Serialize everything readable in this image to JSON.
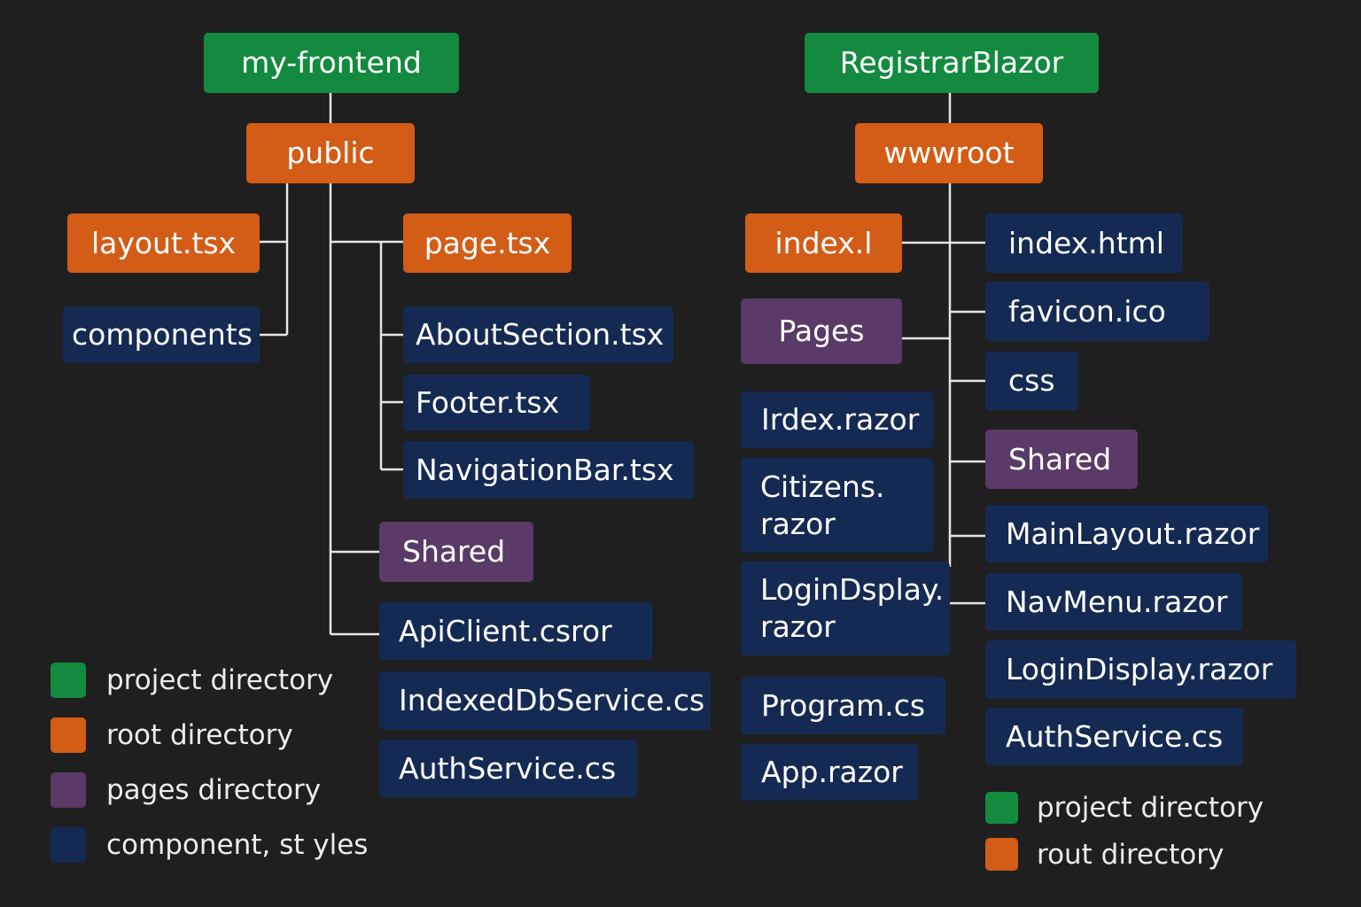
{
  "colors": {
    "background": "#1f1f1f",
    "project": "#138a3f",
    "root": "#d35c17",
    "pages": "#5a3a66",
    "component": "#152a52",
    "connector": "#e6e6e6"
  },
  "left_tree": {
    "project": "my-frontend",
    "root": "public",
    "layout": "layout.tsx",
    "components": "components",
    "page": "page.tsx",
    "about": "AboutSection.tsx",
    "footer": "Footer.tsx",
    "navbar": "NavigationBar.tsx",
    "shared": "Shared",
    "api_client": "ApiClient.csror",
    "indexeddb": "IndexedDbService.cs",
    "auth": "AuthService.cs"
  },
  "right_tree": {
    "project": "RegistrarBlazor",
    "root": "wwwroot",
    "index_l": "index.l",
    "index_html": "index.html",
    "favicon": "favicon.ico",
    "css": "css",
    "pages": "Pages",
    "irdex": "Irdex.razor",
    "citizens": "Citizens.\nrazor",
    "logindsplay": "LoginDsplay.\nrazor",
    "program": "Program.cs",
    "app": "App.razor",
    "shared": "Shared",
    "mainlayout": "MainLayout.razor",
    "navmenu": "NavMenu.razor",
    "logindisplay": "LoginDisplay.razor",
    "auth": "AuthService.cs"
  },
  "legend_left": [
    {
      "label": "project directory",
      "color": "#138a3f"
    },
    {
      "label": "root directory",
      "color": "#d35c17"
    },
    {
      "label": "pages directory",
      "color": "#5a3a66"
    },
    {
      "label": "component, st yles",
      "color": "#152a52"
    }
  ],
  "legend_right": [
    {
      "label": "project directory",
      "color": "#138a3f"
    },
    {
      "label": "rout directory",
      "color": "#d35c17"
    }
  ]
}
